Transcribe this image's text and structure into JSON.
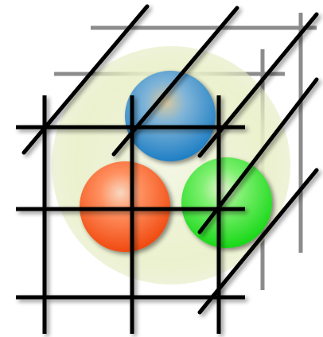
{
  "image": {
    "icon_name": "lattice-cube-three-spheres-icon",
    "background_color": "#ffffff",
    "glow_color": "#eef3d6",
    "grid_color_front": "#000000",
    "grid_color_back": "#8a8a8a",
    "spheres": [
      {
        "name": "blue-sphere",
        "color": "#2f8fd6"
      },
      {
        "name": "red-sphere",
        "color": "#ff5a1e"
      },
      {
        "name": "green-sphere",
        "color": "#2ee82a"
      }
    ]
  }
}
